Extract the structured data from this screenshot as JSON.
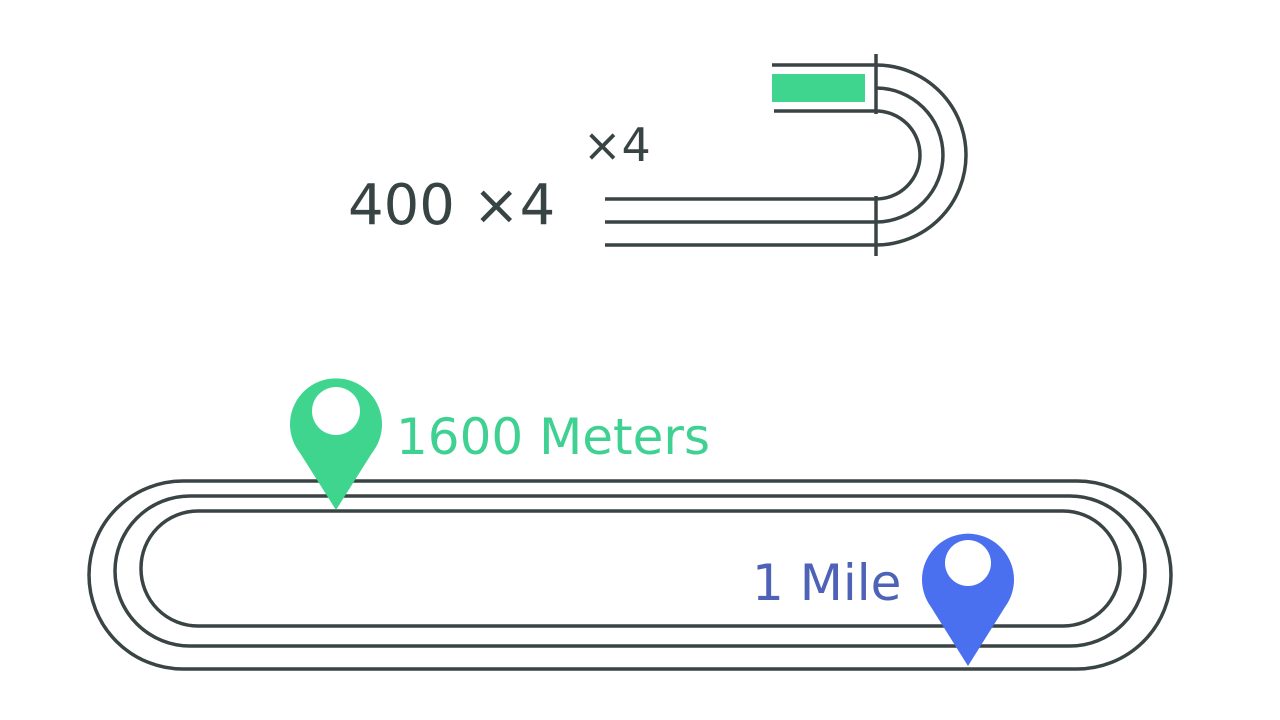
{
  "relay": {
    "label": "400 ×4",
    "multiplier": "×4"
  },
  "markers": {
    "meters": {
      "label": "1600 Meters",
      "color": "#3fd58f"
    },
    "mile": {
      "label": "1 Mile",
      "color": "#4a70f0"
    }
  },
  "colors": {
    "track_line": "#3a4444",
    "relay_highlight": "#3fd58f",
    "meters_text": "#3fd191",
    "mile_text": "#4e62b8"
  },
  "icons": [
    "map-pin-icon",
    "map-pin-icon"
  ]
}
